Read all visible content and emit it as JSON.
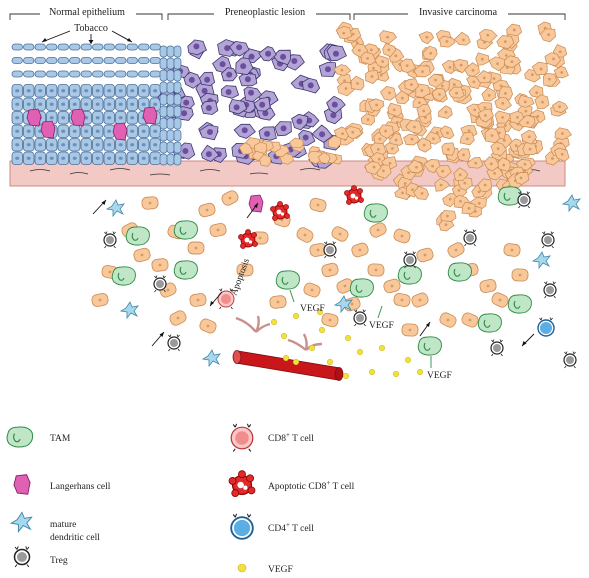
{
  "header": {
    "normal": "Normal epithelium",
    "preneo": "Preneoplastic lesion",
    "invasive": "Invasive carcinoma",
    "tobacco": "Tobacco"
  },
  "annotations": {
    "apoptosis": "Apoptosis",
    "vegf": "VEGF"
  },
  "legend": {
    "tam": "TAM",
    "langerhans": "Langerhans cell",
    "mdc_line1": "mature",
    "mdc_line2": "dendritic cell",
    "treg": "Treg",
    "cd8_pre": "CD8",
    "cd8_sup": "+",
    "cd8_post": " T cell",
    "apop_pre": "Apoptotic CD8",
    "apop_sup": "+",
    "apop_post": " T cell",
    "cd4_pre": "CD4",
    "cd4_sup": "+",
    "cd4_post": " T cell",
    "vegf": "VEGF"
  },
  "colors": {
    "normal_cell": "#a9c8e6",
    "normal_stroke": "#4a6f9a",
    "preneo_cell": "#b3a4d6",
    "preneo_nucleus": "#6b4f9e",
    "tumor_cell": "#f8c79a",
    "tumor_stroke": "#c98a52",
    "langerhans": "#e060b4",
    "tam": "#bfe6c6",
    "tam_stroke": "#2f8a45",
    "dendritic": "#a8d8ee",
    "treg": "#9a9a9a",
    "cd8": "#f08e8e",
    "apoptotic": "#e12b2b",
    "cd4": "#5aaee3",
    "vegf": "#f2e03c",
    "vessel": "#c8161b",
    "basement": "#f2c9c5"
  }
}
